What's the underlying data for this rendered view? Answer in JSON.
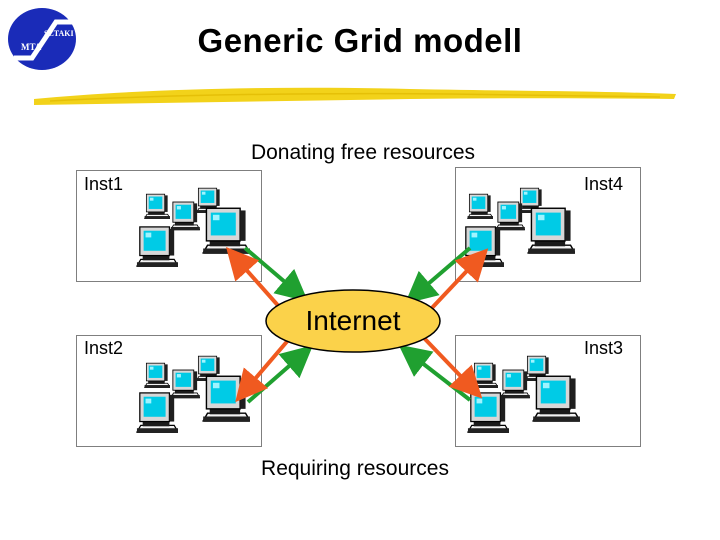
{
  "title": "Generic Grid modell",
  "logo": {
    "left_text": "MTA",
    "right_text": "SZTAKI"
  },
  "captions": {
    "top": "Donating free resources",
    "bottom": "Requiring resources"
  },
  "center_node": {
    "label": "Internet",
    "fill": "#fbd24a"
  },
  "institutions": [
    {
      "id": "inst1",
      "label": "Inst1"
    },
    {
      "id": "inst2",
      "label": "Inst2"
    },
    {
      "id": "inst3",
      "label": "Inst3"
    },
    {
      "id": "inst4",
      "label": "Inst4"
    }
  ],
  "colors": {
    "donate_arrow": "#20a030",
    "request_arrow": "#f05a20",
    "brand_blue": "#1a2bb8",
    "title_stroke": "#f2d21a"
  }
}
